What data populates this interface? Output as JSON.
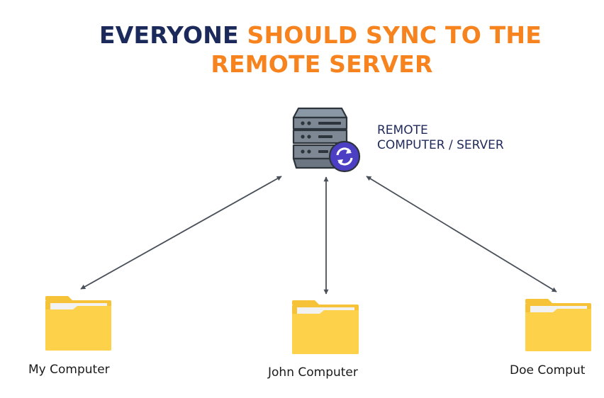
{
  "title": {
    "line1_part1": "EVERYONE",
    "line1_part2": "SHOULD SYNC TO THE",
    "line2": "REMOTE SERVER"
  },
  "server": {
    "label_line1": "REMOTE",
    "label_line2": "COMPUTER / SERVER",
    "icon": "server-sync-icon"
  },
  "clients": [
    {
      "label": "My Computer",
      "icon": "folder-icon"
    },
    {
      "label": "John Computer",
      "icon": "folder-icon"
    },
    {
      "label": "Doe Comput",
      "icon": "folder-icon"
    }
  ],
  "colors": {
    "title_dark": "#1b2a5b",
    "title_accent": "#f7831f",
    "folder_body": "#fdd14a",
    "folder_back": "#f6c238",
    "sync_badge": "#4c3fc4",
    "arrow": "#4a5059"
  }
}
